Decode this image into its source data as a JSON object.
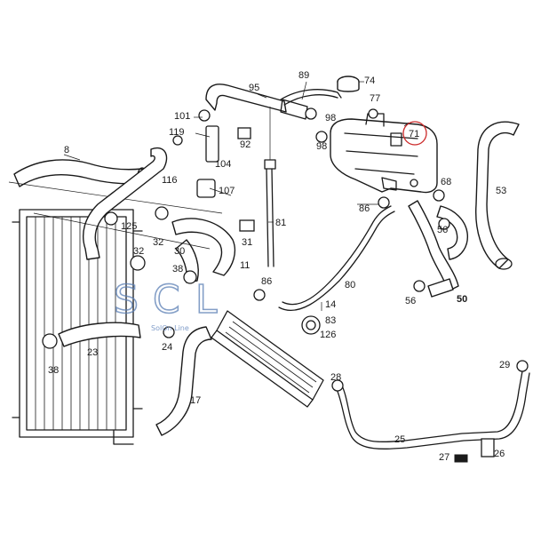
{
  "diagram": {
    "callouts": {
      "p8": "8",
      "p95": "95",
      "p89": "89",
      "p74": "74",
      "p77": "77",
      "p101": "101",
      "p119": "119",
      "p92": "92",
      "p98a": "98",
      "p98b": "98",
      "p71": "71",
      "p104": "104",
      "p116": "116",
      "p107": "107",
      "p68": "68",
      "p53": "53",
      "p125": "125",
      "p32a": "32",
      "p81": "81",
      "p86a": "86",
      "p56a": "56",
      "p30": "30",
      "p31": "31",
      "p32b": "32",
      "p38a": "38",
      "p11": "11",
      "p80": "80",
      "p86b": "86",
      "p14": "14",
      "p83": "83",
      "p126": "126",
      "p56b": "56",
      "p50": "50",
      "p23": "23",
      "p24": "24",
      "p38b": "38",
      "p29": "29",
      "p28": "28",
      "p17": "17",
      "p25": "25",
      "p27": "27",
      "p26": "26"
    },
    "highlight_color": "#cc2a2a",
    "line_color": "#1a1a1a"
  },
  "watermark": {
    "letters": [
      "S",
      "C",
      "L"
    ],
    "tagline": "SolOn Line",
    "color": "#5b7fb5"
  }
}
